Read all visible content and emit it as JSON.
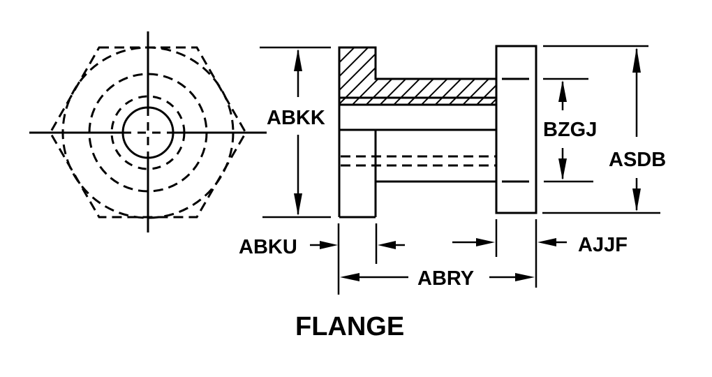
{
  "drawing": {
    "title": "FLANGE",
    "colors": {
      "line": "#000000",
      "background": "#ffffff"
    },
    "views": [
      "end-view",
      "side-section-view"
    ],
    "dimensions": {
      "abkk": "ABKK",
      "bzgj": "BZGJ",
      "asdb": "ASDB",
      "abku": "ABKU",
      "ajjf": "AJJF",
      "abry": "ABRY"
    }
  }
}
